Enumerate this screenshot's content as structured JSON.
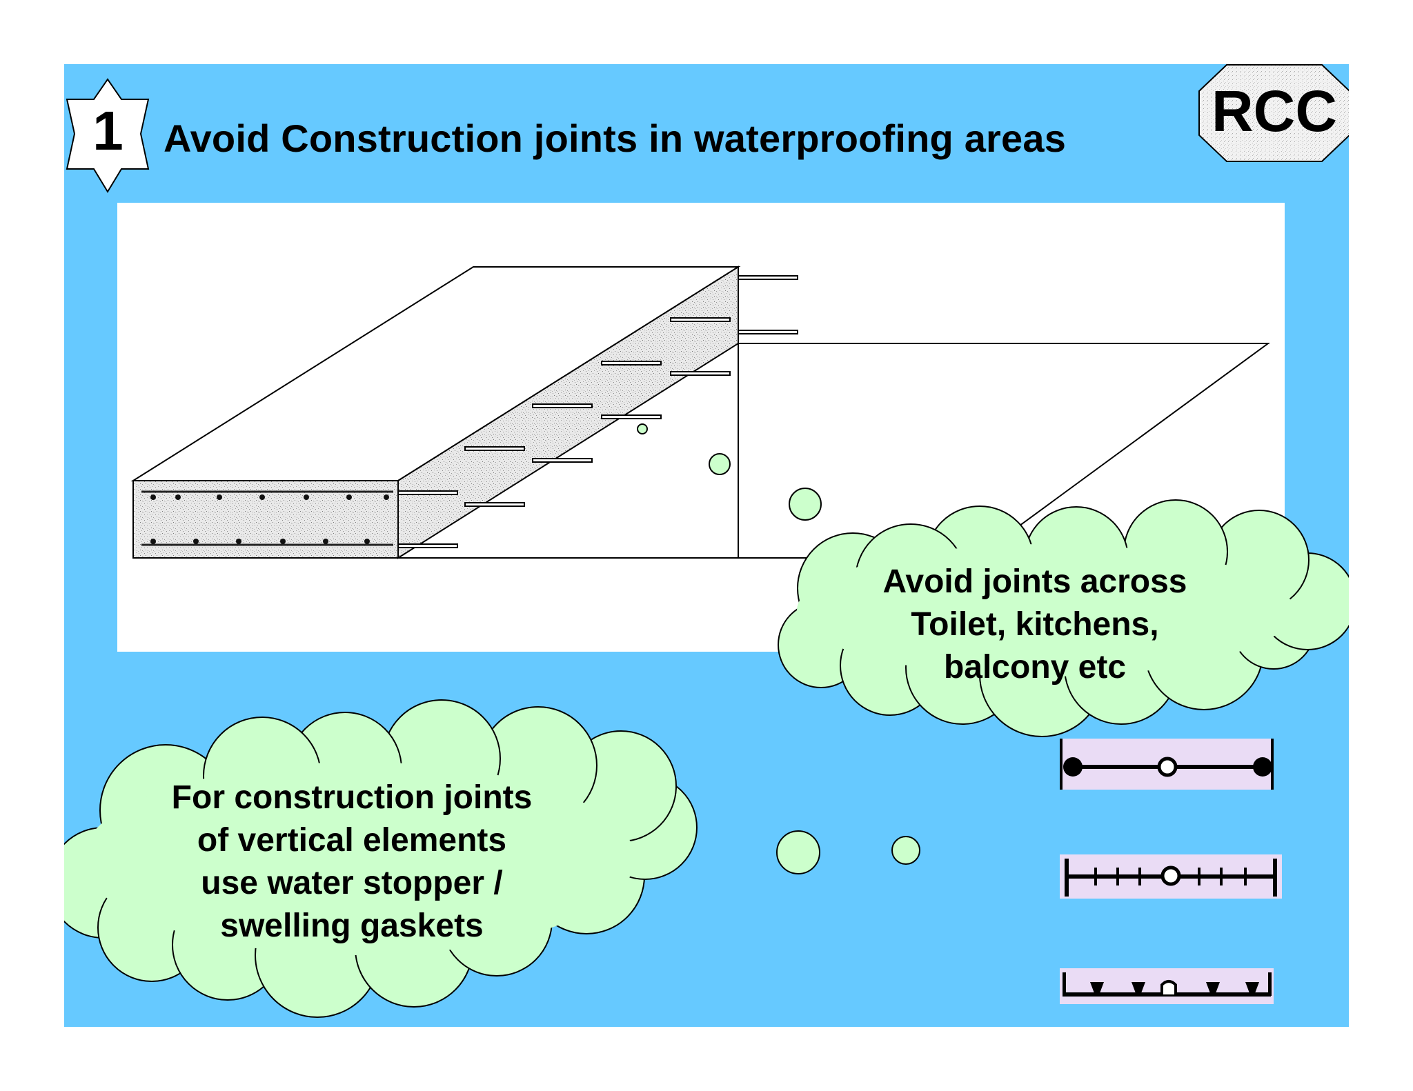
{
  "slide": {
    "number": "1",
    "title": "Avoid Construction joints in waterproofing areas",
    "category_badge": "RCC",
    "background_color": "#66c9ff",
    "cloud_color": "#ccffcc"
  },
  "callouts": {
    "right_cloud": [
      "Avoid joints across",
      "Toilet, kitchens,",
      "balcony etc"
    ],
    "left_cloud": [
      "For construction joints",
      "of vertical elements",
      "use water stopper /",
      "swelling gaskets"
    ]
  },
  "illustrations": {
    "slab": "rcc-slab-with-construction-joint",
    "gaskets": [
      "water-stopper-bulb-profile",
      "water-stopper-ribbed-profile",
      "water-stopper-serrated-profile"
    ]
  }
}
